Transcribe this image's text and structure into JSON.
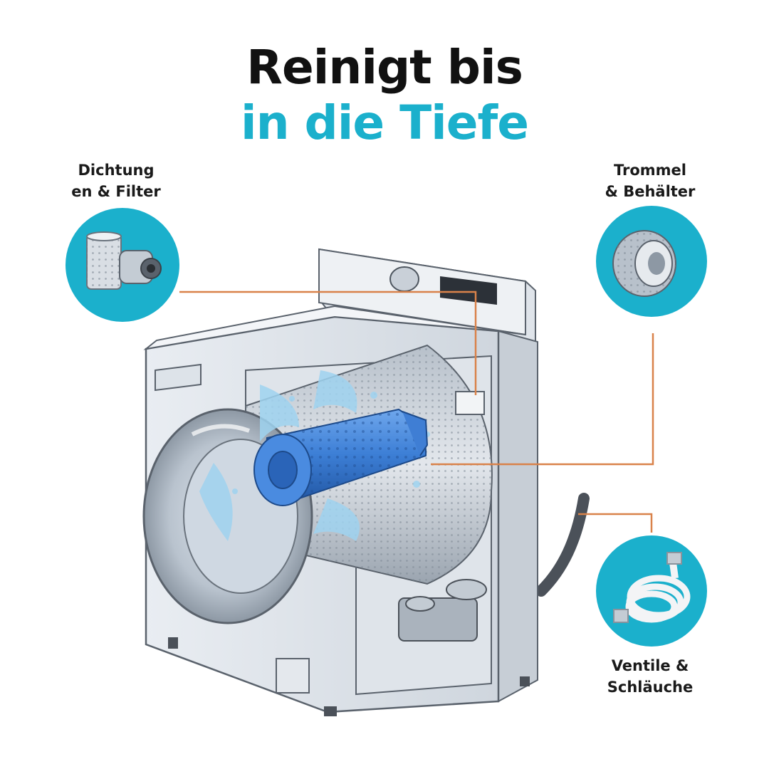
{
  "headline": {
    "line1": "Reinigt bis",
    "line2": "in die Tiefe"
  },
  "callouts": [
    {
      "lines": [
        "Dichtung",
        "en & Filter"
      ],
      "icon": "filter-cartridge-icon"
    },
    {
      "lines": [
        "Trommel",
        "& Behälter"
      ],
      "icon": "drum-icon"
    },
    {
      "lines": [
        "Ventile &",
        "Schläuche"
      ],
      "icon": "hose-icon"
    }
  ],
  "colors": {
    "accent": "#1bb0cc",
    "headline": "#111111",
    "leader_line": "#d9824a",
    "cleaner": "#3d7fd6"
  }
}
